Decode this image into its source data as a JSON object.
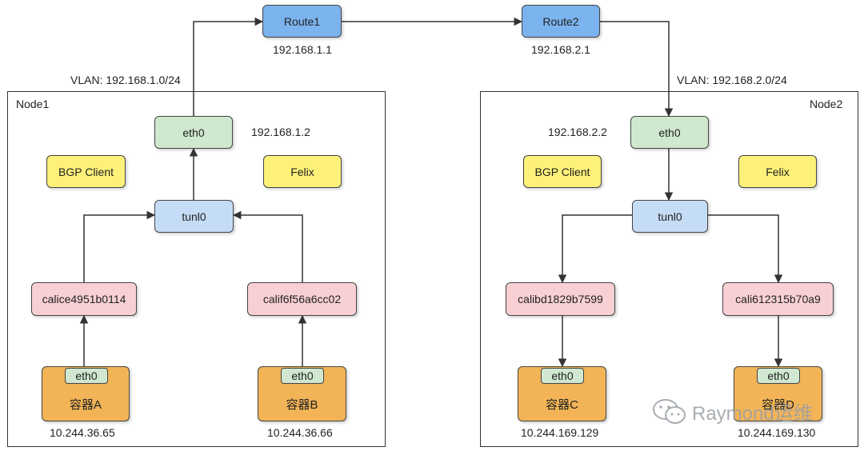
{
  "routers": {
    "route1": {
      "label": "Route1",
      "ip": "192.168.1.1"
    },
    "route2": {
      "label": "Route2",
      "ip": "192.168.2.1"
    }
  },
  "vlans": {
    "left": "VLAN: 192.168.1.0/24",
    "right": "VLAN: 192.168.2.0/24"
  },
  "node1": {
    "title": "Node1",
    "eth0": "eth0",
    "eth0_ip": "192.168.1.2",
    "bgp": "BGP Client",
    "felix": "Felix",
    "tunl": "tunl0",
    "cali_a": "calice4951b0114",
    "cali_b": "calif6f56a6cc02",
    "container_a": {
      "eth": "eth0",
      "name": "容器A",
      "ip": "10.244.36.65"
    },
    "container_b": {
      "eth": "eth0",
      "name": "容器B",
      "ip": "10.244.36.66"
    }
  },
  "node2": {
    "title": "Node2",
    "eth0": "eth0",
    "eth0_ip": "192.168.2.2",
    "bgp": "BGP Client",
    "felix": "Felix",
    "tunl": "tunl0",
    "cali_c": "calibd1829b7599",
    "cali_d": "cali612315b70a9",
    "container_c": {
      "eth": "eth0",
      "name": "容器C",
      "ip": "10.244.169.129"
    },
    "container_d": {
      "eth": "eth0",
      "name": "容器D",
      "ip": "10.244.169.130"
    }
  },
  "watermark": {
    "text": "Raymond运维",
    "icon": "wechat-icon"
  },
  "colors": {
    "route": "#7bb3ee",
    "eth": "#cfe8cf",
    "tunl": "#c5dcf6",
    "cali": "#f8d0d4",
    "yellow": "#fdf17a",
    "container": "#f2b457"
  }
}
